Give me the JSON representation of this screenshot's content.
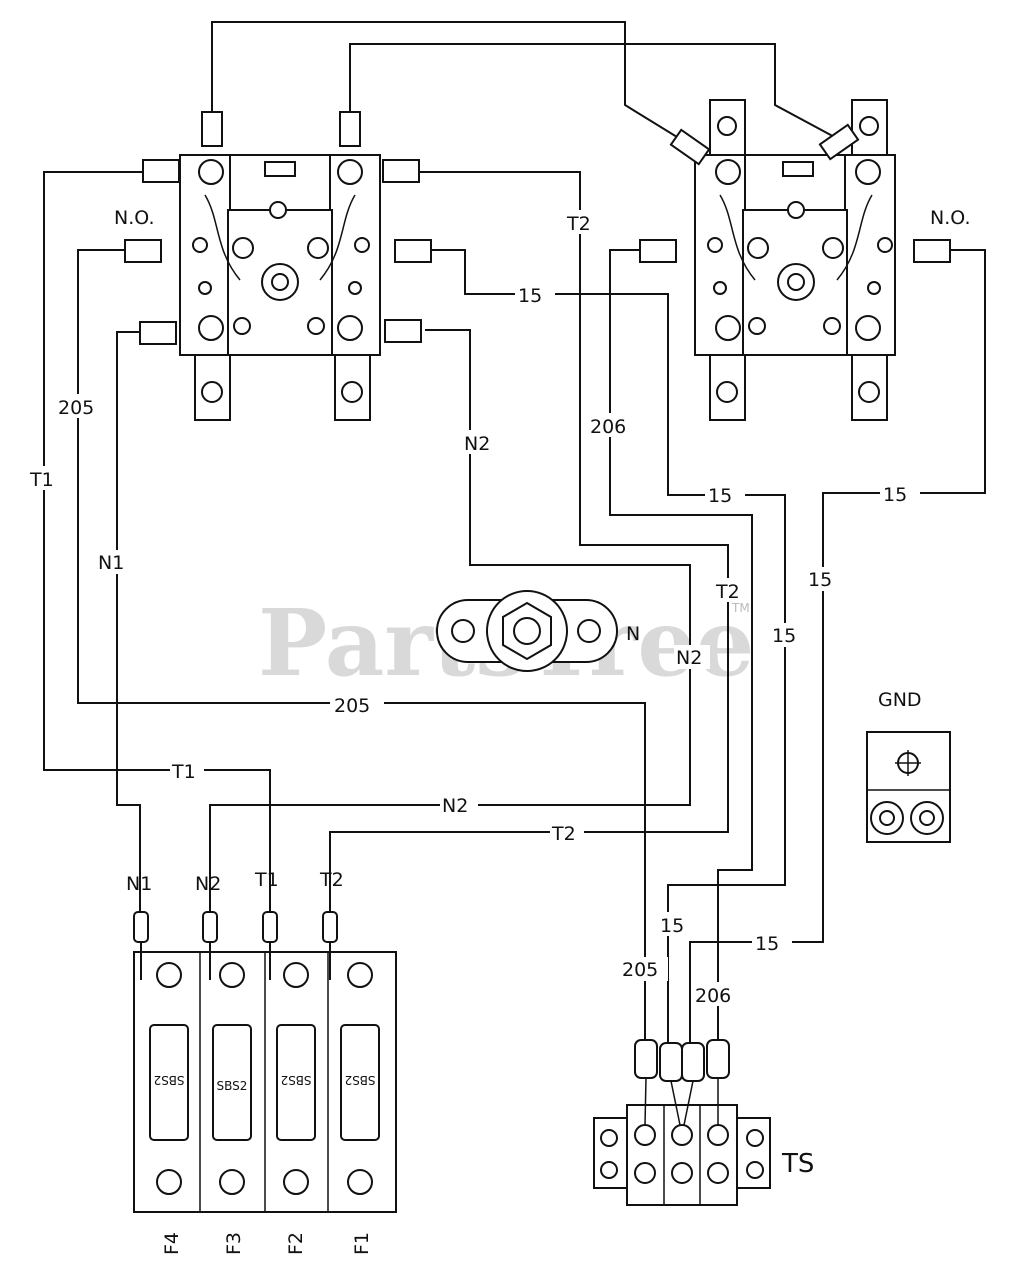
{
  "watermark": "PartsTree",
  "trademark": "TM",
  "labels": {
    "no_left": "N.O.",
    "no_right": "N.O.",
    "gnd": "GND",
    "ts": "TS",
    "neutral_post": "N"
  },
  "wire_labels": {
    "t1_left": "T1",
    "w205_left": "205",
    "n1_left": "N1",
    "t2_upper": "T2",
    "w15_top": "15",
    "n2_upper": "N2",
    "w206_upper": "206",
    "w15_mid": "15",
    "w15_right": "15",
    "t2_mid": "T2",
    "w15_vert_right": "15",
    "w15_vert_mid": "15",
    "n2_mid": "N2",
    "w205_mid": "205",
    "t1_low": "T1",
    "n2_low": "N2",
    "t2_low": "T2",
    "w15_ts1": "15",
    "w15_ts2": "15",
    "w205_ts": "205",
    "w206_ts": "206"
  },
  "fuse_leads": [
    "N1",
    "N2",
    "T1",
    "T2"
  ],
  "fuses": [
    "F4",
    "F3",
    "F2",
    "F1"
  ],
  "fuse_marking": "SBS2"
}
